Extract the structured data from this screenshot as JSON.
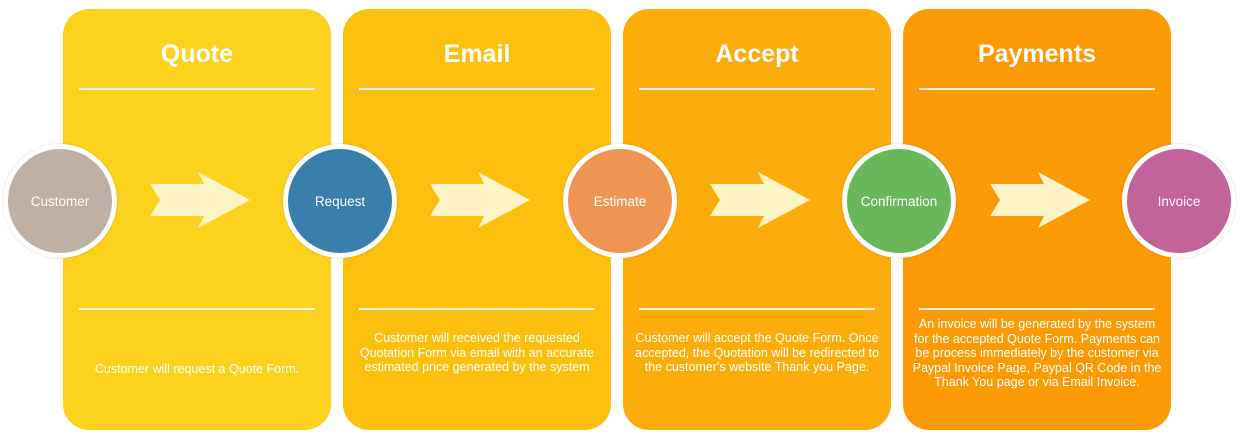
{
  "stages": [
    {
      "title": "Quote",
      "description": "Customer will request a Quote Form.",
      "color": "#FCD21C"
    },
    {
      "title": "Email",
      "description": "Customer will received the requested Quotation Form via email with an accurate estimated price generated by the system",
      "color": "#FDC00F"
    },
    {
      "title": "Accept",
      "description": "Customer will accept the Quote Form. Once accepted, the Quotation will be redirected to the customer's website Thank you Page.",
      "color": "#FDAD0B"
    },
    {
      "title": "Payments",
      "description": "An invoice will be generated by the system for the accepted Quote Form. Payments can be process immediately by the customer via Paypal Invoice Page, Paypal QR Code in the Thank You page or via Email Invoice.",
      "color": "#FC9A05"
    }
  ],
  "nodes": [
    {
      "label": "Customer",
      "color": "#BEB0A4"
    },
    {
      "label": "Request",
      "color": "#3A7EAB"
    },
    {
      "label": "Estimate",
      "color": "#EF9553"
    },
    {
      "label": "Confirmation",
      "color": "#68B85A"
    },
    {
      "label": "Invoice",
      "color": "#C26399"
    }
  ],
  "arrow_color": "#FFF3C8"
}
